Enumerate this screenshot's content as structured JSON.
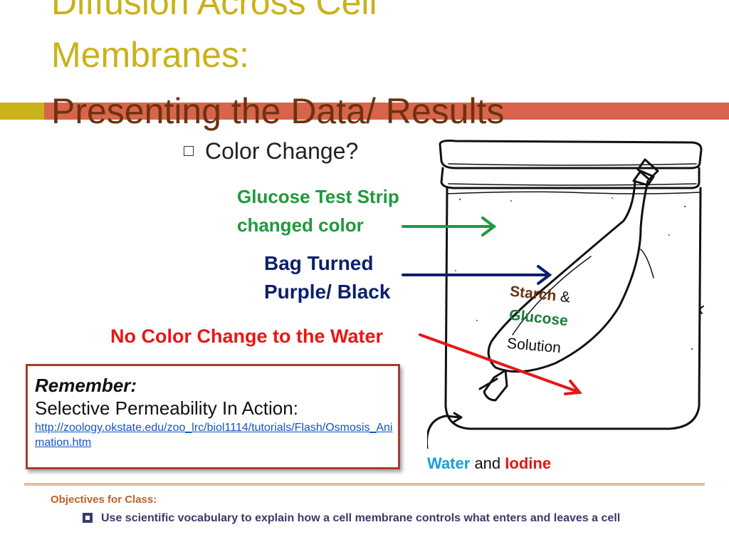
{
  "title": {
    "line1": "Diffusion Across Cell",
    "line2": "Membranes:",
    "line3": "Presenting the Data/ Results"
  },
  "bullet": {
    "text": "Color Change?"
  },
  "annotations": {
    "green": "Glucose Test Strip changed color",
    "navy": "Bag Turned Purple/ Black",
    "red": "No Color Change to the Water"
  },
  "jar_labels": {
    "starch": "Starch",
    "amp": "&",
    "glucose": "Glucose",
    "solution": "Solution"
  },
  "beaker_label": {
    "water": "Water",
    "and": "and",
    "iodine": "Iodine"
  },
  "remember_box": {
    "title": "Remember:",
    "text": "Selective Permeability In Action:",
    "link": "http://zoology.okstate.edu/zoo_lrc/biol1114/tutorials/Flash/Osmosis_Animation.htm"
  },
  "objectives": {
    "title": "Objectives for Class:",
    "item": "Use scientific vocabulary to explain how a cell membrane controls what enters and leaves a cell"
  },
  "colors": {
    "title_olive": "#c9b21a",
    "title_brown": "#6b3310",
    "accent_red": "#d9644b",
    "green": "#1d9a3c",
    "navy": "#0c1f6b",
    "red": "#e81616",
    "water_blue": "#1a9fd9"
  }
}
